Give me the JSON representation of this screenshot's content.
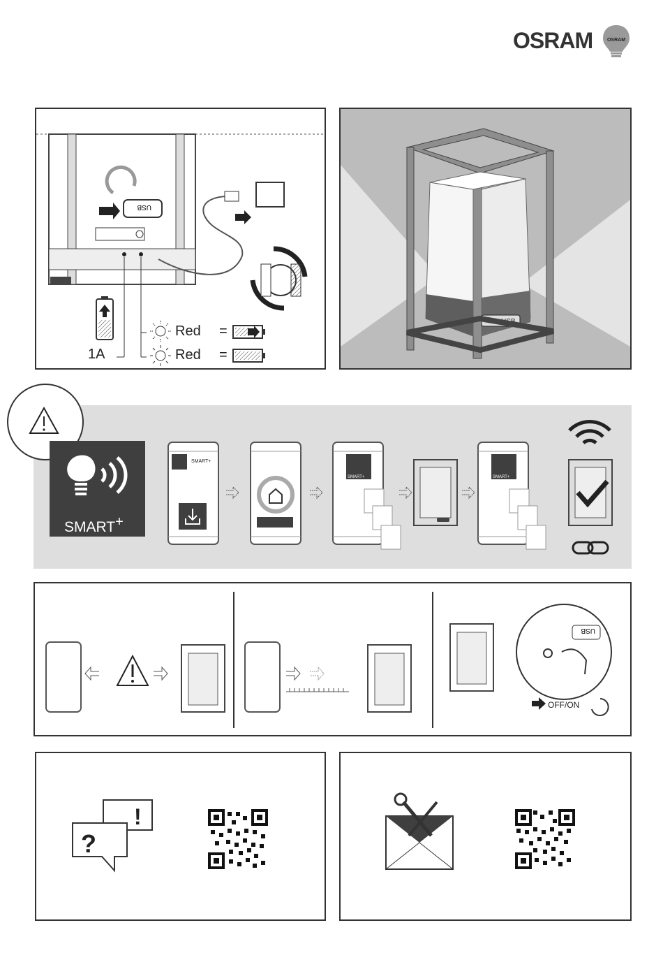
{
  "brand": {
    "name": "OSRAM",
    "logo_text": "OSRAM"
  },
  "charging": {
    "current_label": "1A",
    "led_blink_color": "Red",
    "led_steady_color": "Red",
    "equals_1": "=",
    "equals_2": "=",
    "port_label": "USB"
  },
  "product_view": {
    "port_label": "USB"
  },
  "smart_setup": {
    "app_name": "SMART",
    "app_plus": "+",
    "phone_app_tag_1": "SMART+",
    "phone_app_tag_2": "SMART+",
    "phone_app_tag_3": "SMART+",
    "warning_icon": "warning-triangle-icon",
    "wifi_icon": "wifi-icon",
    "link_icon": "link-icon"
  },
  "reset": {
    "port_label": "USB",
    "offon_label": "OFF/ON"
  },
  "support": {
    "chat_icon": "chat-question-icon",
    "service_icon": "envelope-tools-icon"
  },
  "colors": {
    "dark_box": "#3f3f3f",
    "band": "#dedede",
    "panel_grey": "#bcbcbc"
  }
}
